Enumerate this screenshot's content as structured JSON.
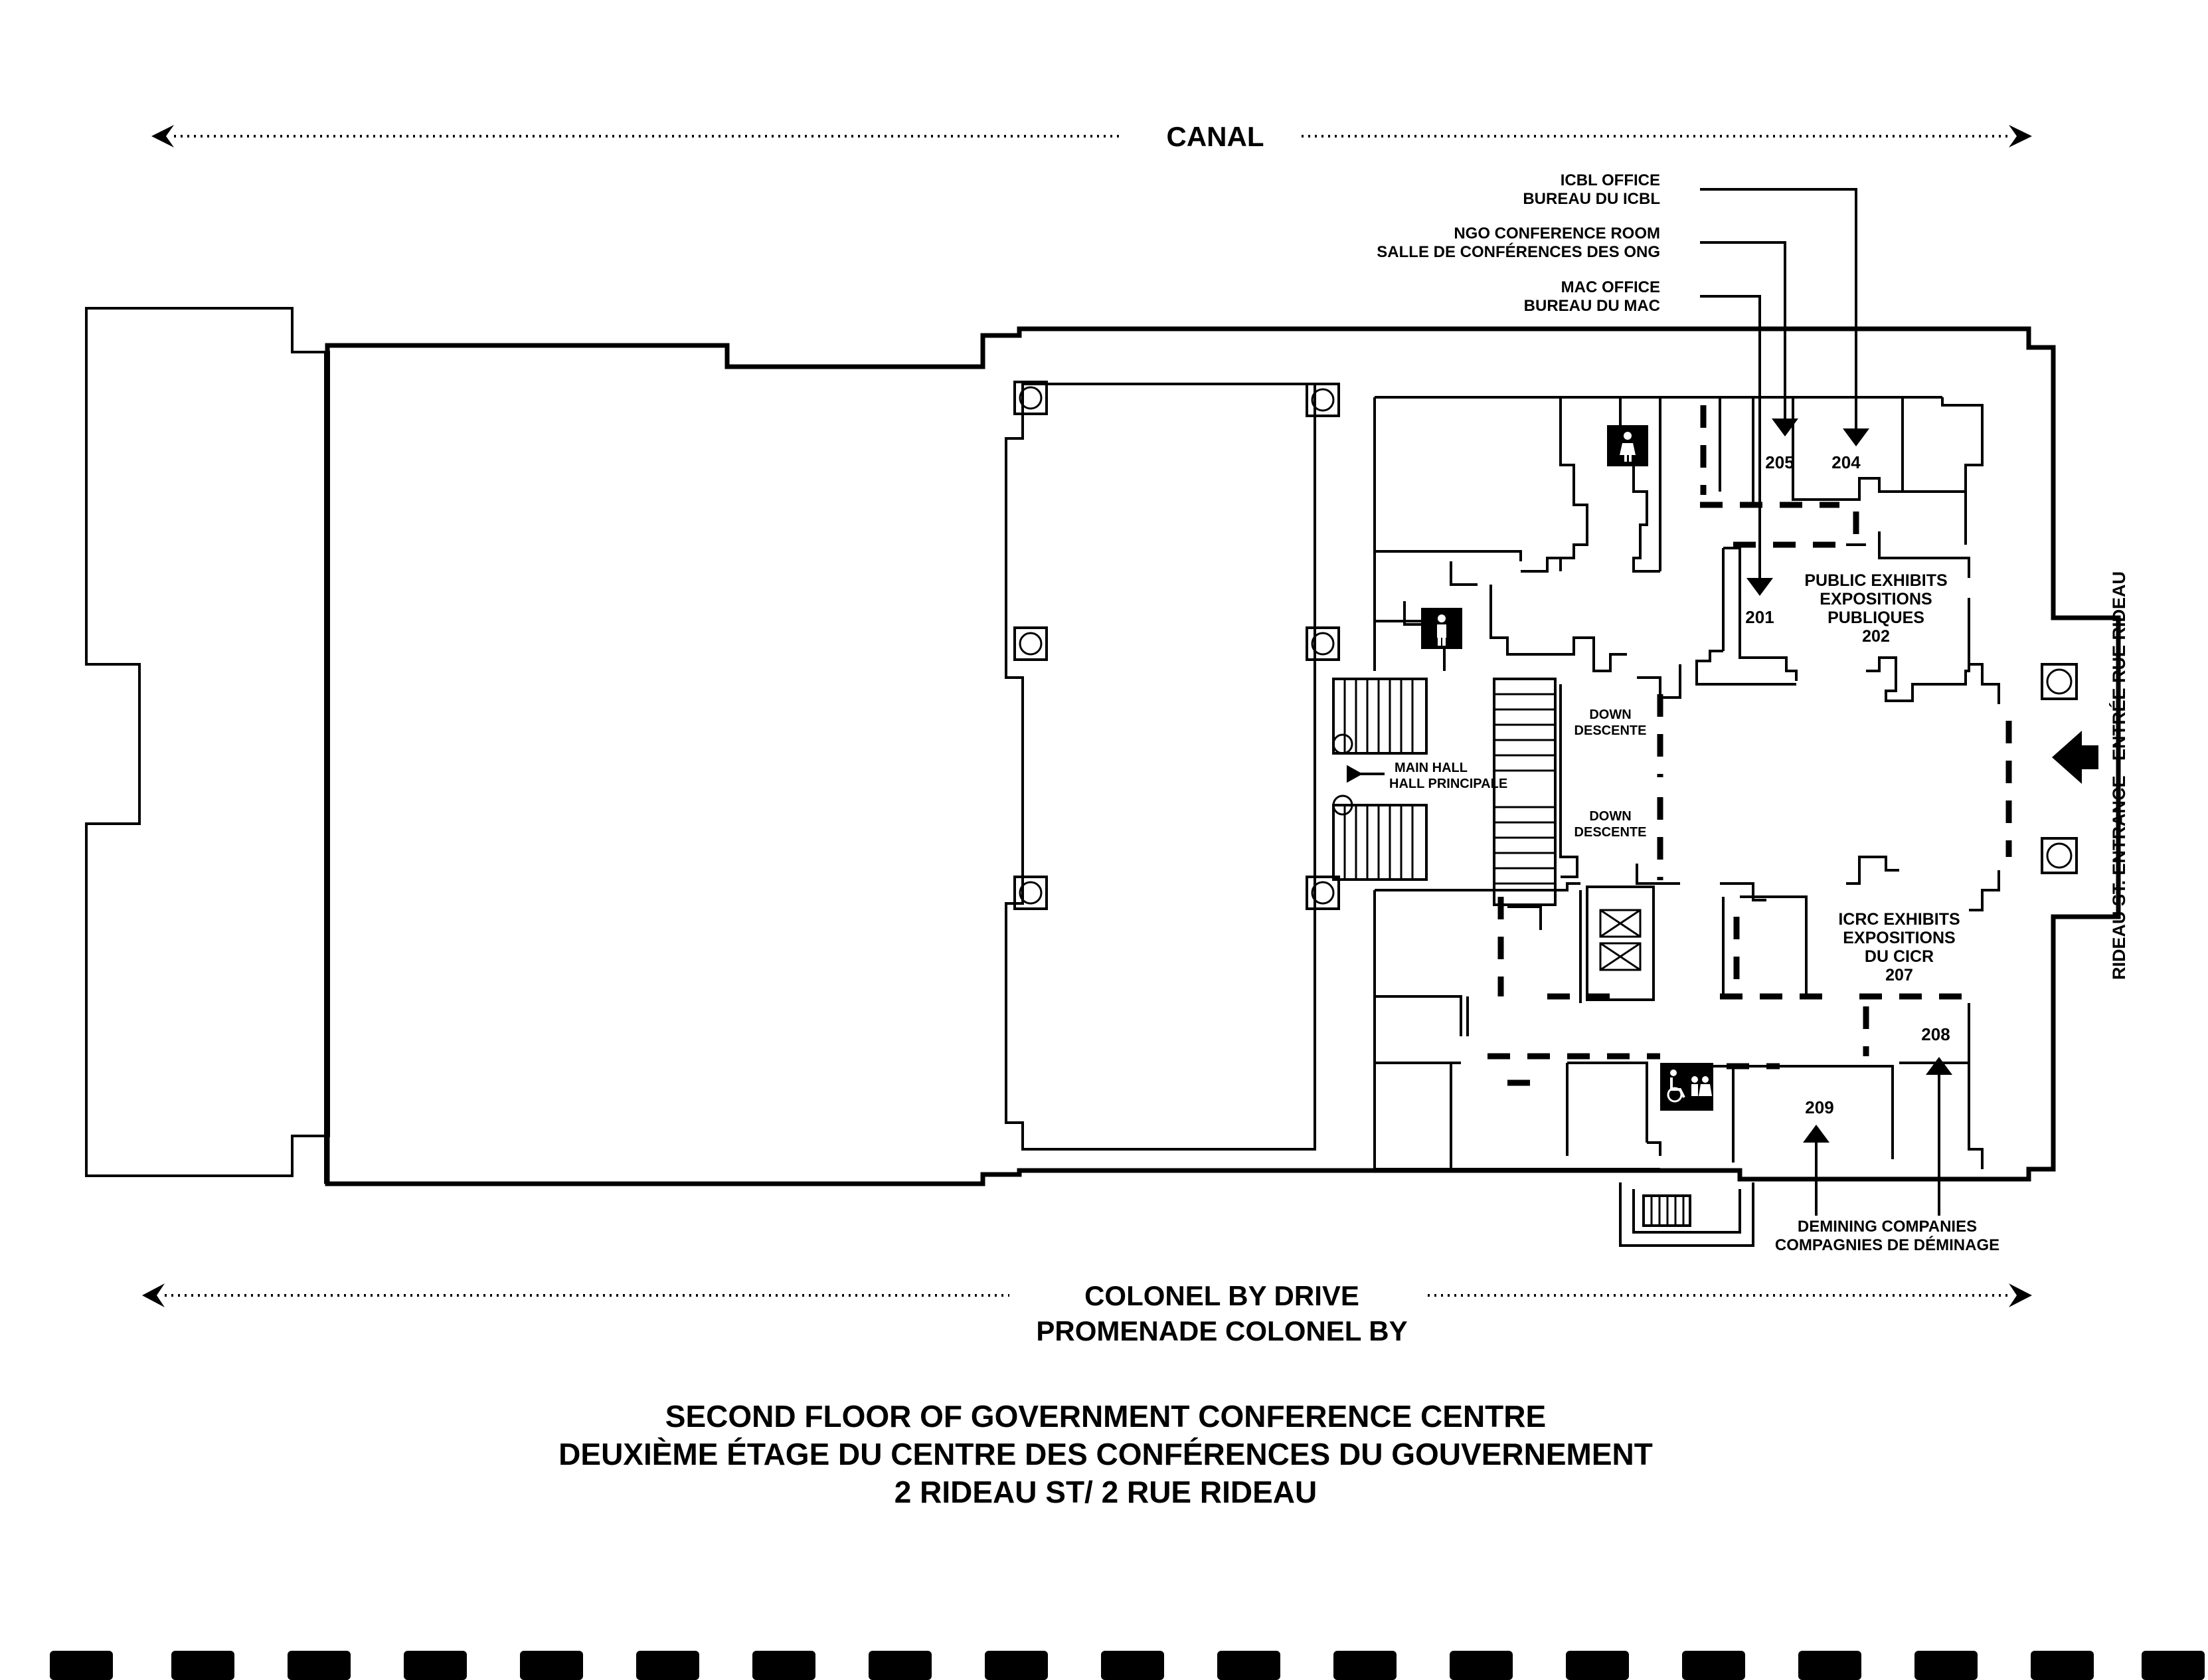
{
  "streets": {
    "canal": "CANAL",
    "colonel_by_en": "COLONEL BY DRIVE",
    "colonel_by_fr": "PROMENADE COLONEL BY",
    "rideau_entrance_en": "RIDEAU ST. ENTRANCE",
    "rideau_entrance_fr": "ENTRÉE RUE RIDEAU"
  },
  "callouts": {
    "icbl_en": "ICBL OFFICE",
    "icbl_fr": "BUREAU DU ICBL",
    "ngo_en": "NGO CONFERENCE ROOM",
    "ngo_fr": "SALLE DE CONFÉRENCES DES ONG",
    "mac_en": "MAC OFFICE",
    "mac_fr": "BUREAU DU MAC",
    "demining_en": "DEMINING COMPANIES",
    "demining_fr": "COMPAGNIES DE DÉMINAGE"
  },
  "rooms": {
    "r205": "205",
    "r204": "204",
    "r201": "201",
    "public_en": "PUBLIC EXHIBITS",
    "public_fr1": "EXPOSITIONS",
    "public_fr2": "PUBLIQUES",
    "r202": "202",
    "down_en": "DOWN",
    "down_fr": "DESCENTE",
    "main_hall_en": "MAIN HALL",
    "main_hall_fr": "HALL PRINCIPALE",
    "icrc_en": "ICRC EXHIBITS",
    "icrc_fr1": "EXPOSITIONS",
    "icrc_fr2": "DU CICR",
    "r207": "207",
    "r208": "208",
    "r209": "209"
  },
  "title": {
    "line1": "SECOND FLOOR OF GOVERNMENT CONFERENCE CENTRE",
    "line2": "DEUXIÈME ÉTAGE DU CENTRE DES CONFÉRENCES DU GOUVERNEMENT",
    "line3": "2 RIDEAU ST/ 2 RUE RIDEAU"
  },
  "icons": {
    "women": "womens-washroom-icon",
    "men": "mens-washroom-icon",
    "accessible": "accessible-washroom-icon",
    "entrance": "entrance-arrow-icon"
  },
  "colors": {
    "ink": "#000000",
    "paper": "#ffffff"
  }
}
